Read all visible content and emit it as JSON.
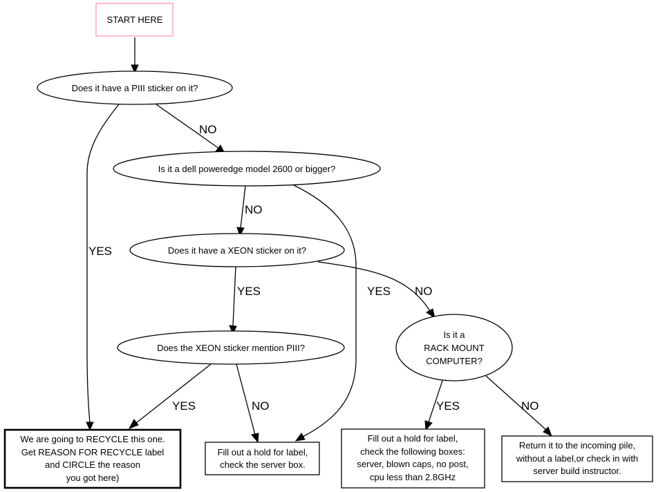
{
  "title": "PIII / server recycle decision flowchart",
  "nodes": {
    "start": {
      "label": "START HERE",
      "shape": "box",
      "border_color": "#ffc0cb"
    },
    "q_piii": {
      "label": "Does it have a PIII sticker on it?",
      "shape": "ellipse"
    },
    "q_dell": {
      "label": "Is it a dell poweredge model 2600 or bigger?",
      "shape": "ellipse"
    },
    "q_xeon": {
      "label": "Does it have a XEON sticker on it?",
      "shape": "ellipse"
    },
    "q_xeon_piii": {
      "label": "Does the XEON sticker mention PIII?",
      "shape": "ellipse"
    },
    "q_rack": {
      "lines": [
        "Is it a",
        "RACK MOUNT",
        "COMPUTER?"
      ],
      "shape": "ellipse"
    },
    "recycle": {
      "lines": [
        "We are going to RECYCLE this one.",
        "Get REASON FOR RECYCLE label",
        "and CIRCLE the reason",
        "you got here)"
      ],
      "shape": "box",
      "bold": true
    },
    "hold_server": {
      "lines": [
        "Fill out a hold for label,",
        "check the server box."
      ],
      "shape": "box"
    },
    "hold_boxes": {
      "lines": [
        "Fill out a hold for label,",
        "check the following boxes:",
        "server, blown caps, no post,",
        "cpu less than 2.8GHz"
      ],
      "shape": "box"
    },
    "return_pile": {
      "lines": [
        "Return it to the incoming pile,",
        "without a label,or check in with",
        "server build instructor."
      ],
      "shape": "box"
    }
  },
  "edges": [
    {
      "from": "start",
      "to": "q_piii",
      "label": ""
    },
    {
      "from": "q_piii",
      "to": "recycle",
      "label": "YES"
    },
    {
      "from": "q_piii",
      "to": "q_dell",
      "label": "NO"
    },
    {
      "from": "q_dell",
      "to": "q_xeon",
      "label": "NO"
    },
    {
      "from": "q_dell",
      "to": "hold_server",
      "label": "YES"
    },
    {
      "from": "q_xeon",
      "to": "q_xeon_piii",
      "label": "YES"
    },
    {
      "from": "q_xeon",
      "to": "q_rack",
      "label": "NO"
    },
    {
      "from": "q_xeon_piii",
      "to": "recycle",
      "label": "YES"
    },
    {
      "from": "q_xeon_piii",
      "to": "hold_server",
      "label": "NO"
    },
    {
      "from": "q_rack",
      "to": "hold_boxes",
      "label": "YES"
    },
    {
      "from": "q_rack",
      "to": "return_pile",
      "label": "NO"
    }
  ]
}
